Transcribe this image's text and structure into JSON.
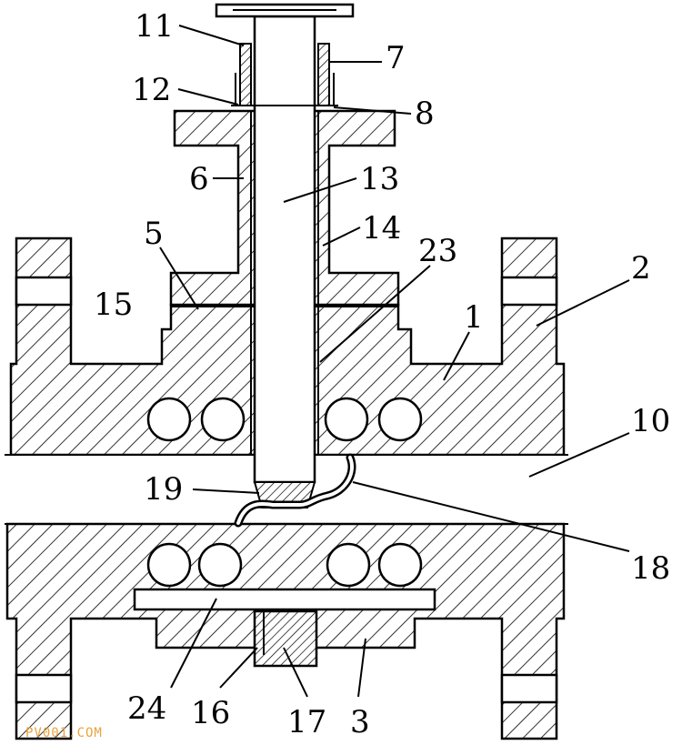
{
  "labels": {
    "l1": "1",
    "l2": "2",
    "l3": "3",
    "l5": "5",
    "l6": "6",
    "l7": "7",
    "l8": "8",
    "l10": "10",
    "l11": "11",
    "l12": "12",
    "l13": "13",
    "l14": "14",
    "l15": "15",
    "l16": "16",
    "l17": "17",
    "l18": "18",
    "l19": "19",
    "l23": "23",
    "l24": "24"
  },
  "watermark": "PV001.COM"
}
